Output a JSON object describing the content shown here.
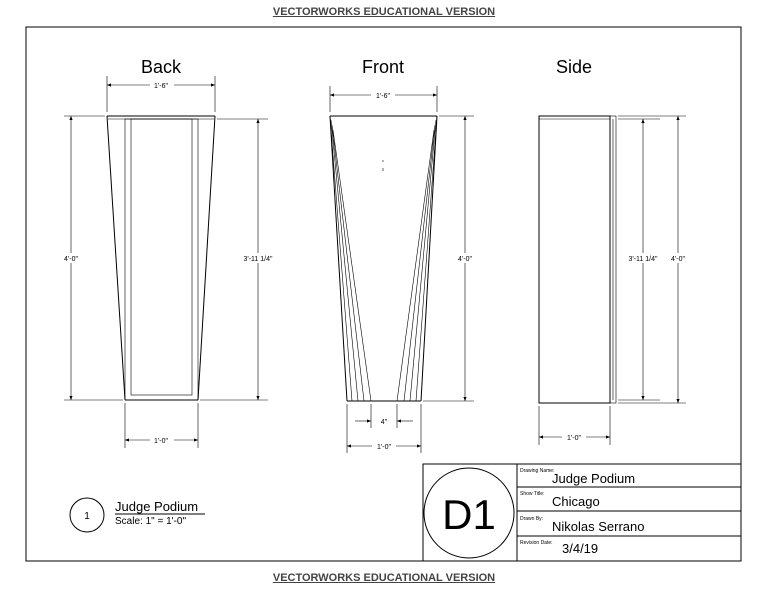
{
  "watermark": "VECTORWORKS EDUCATIONAL VERSION",
  "views": {
    "back": {
      "title": "Back",
      "dim_top": "1'-6\"",
      "dim_left": "4'-0\"",
      "dim_right": "3'-11 1/4\"",
      "dim_bottom": "1'-0\""
    },
    "front": {
      "title": "Front",
      "dim_top": "1'-6\"",
      "dim_right": "4'-0\"",
      "dim_gap": "4\"",
      "dim_bottom": "1'-0\""
    },
    "side": {
      "title": "Side",
      "dim_inner": "3'-11 1/4\"",
      "dim_right": "4'-0\"",
      "dim_bottom": "1'-0\""
    }
  },
  "drawing_tag": {
    "number": "1",
    "title": "Judge Podium",
    "scale": "Scale: 1\" = 1'-0\""
  },
  "title_block": {
    "sheet_id": "D1",
    "drawing_name_label": "Drawing Name:",
    "drawing_name": "Judge Podium",
    "show_title_label": "Show Title:",
    "show_title": "Chicago",
    "drawn_by_label": "Drawn By:",
    "drawn_by": "Nikolas Serrano",
    "revision_date_label": "Revision Date:",
    "revision_date": "3/4/19"
  }
}
